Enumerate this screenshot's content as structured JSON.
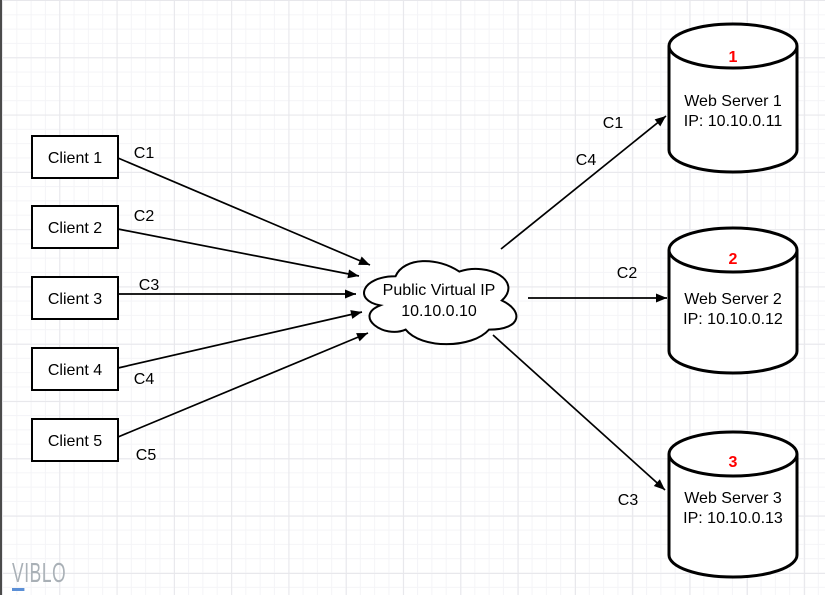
{
  "clients": [
    {
      "label": "Client 1",
      "connection": "C1"
    },
    {
      "label": "Client 2",
      "connection": "C2"
    },
    {
      "label": "Client 3",
      "connection": "C3"
    },
    {
      "label": "Client 4",
      "connection": "C4"
    },
    {
      "label": "Client 5",
      "connection": "C5"
    }
  ],
  "vip": {
    "title": "Public Virtual IP",
    "ip": "10.10.0.10"
  },
  "servers": [
    {
      "number": "1",
      "name": "Web Server 1",
      "ip_label": "IP: 10.10.0.11"
    },
    {
      "number": "2",
      "name": "Web Server 2",
      "ip_label": "IP: 10.10.0.12"
    },
    {
      "number": "3",
      "name": "Web Server 3",
      "ip_label": "IP: 10.10.0.13"
    }
  ],
  "routes": [
    {
      "label": "C1",
      "to": "Web Server 1"
    },
    {
      "label": "C4",
      "to": "Web Server 1"
    },
    {
      "label": "C2",
      "to": "Web Server 2"
    },
    {
      "label": "C3",
      "to": "Web Server 3"
    }
  ],
  "watermark": {
    "initial": "V",
    "rest": "IBLO"
  },
  "colors": {
    "stroke": "#000000",
    "shape_fill": "#ffffff",
    "server_number": "#ff0000",
    "grid_major": "#e7e7eb",
    "grid_minor": "#f4f4f7",
    "watermark_text": "#a9b0b6",
    "watermark_underline": "#5b8fd6"
  }
}
